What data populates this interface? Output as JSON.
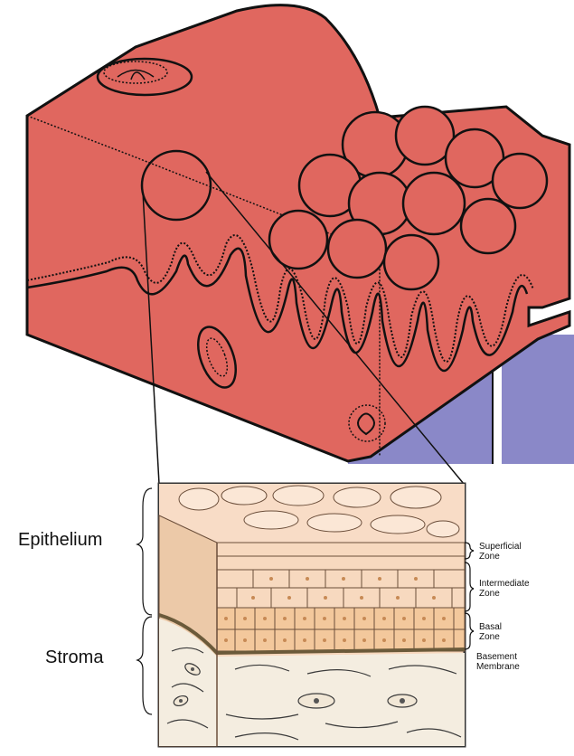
{
  "labels": {
    "epithelium": "Epithelium",
    "stroma": "Stroma",
    "superficial_zone": [
      "Superficial",
      "Zone"
    ],
    "intermediate_zone": [
      "Intermediate",
      "Zone"
    ],
    "basal_zone": [
      "Basal",
      "Zone"
    ],
    "basement_membrane": [
      "Basement",
      "Membrane"
    ]
  },
  "colors": {
    "tissue": "#e0675f",
    "blue_block": "#8a88c8",
    "outline": "#111111",
    "epithelial_cell": "#f6d6bb",
    "stroma_fill": "#f4ede0",
    "membrane": "#6b5a3a"
  }
}
